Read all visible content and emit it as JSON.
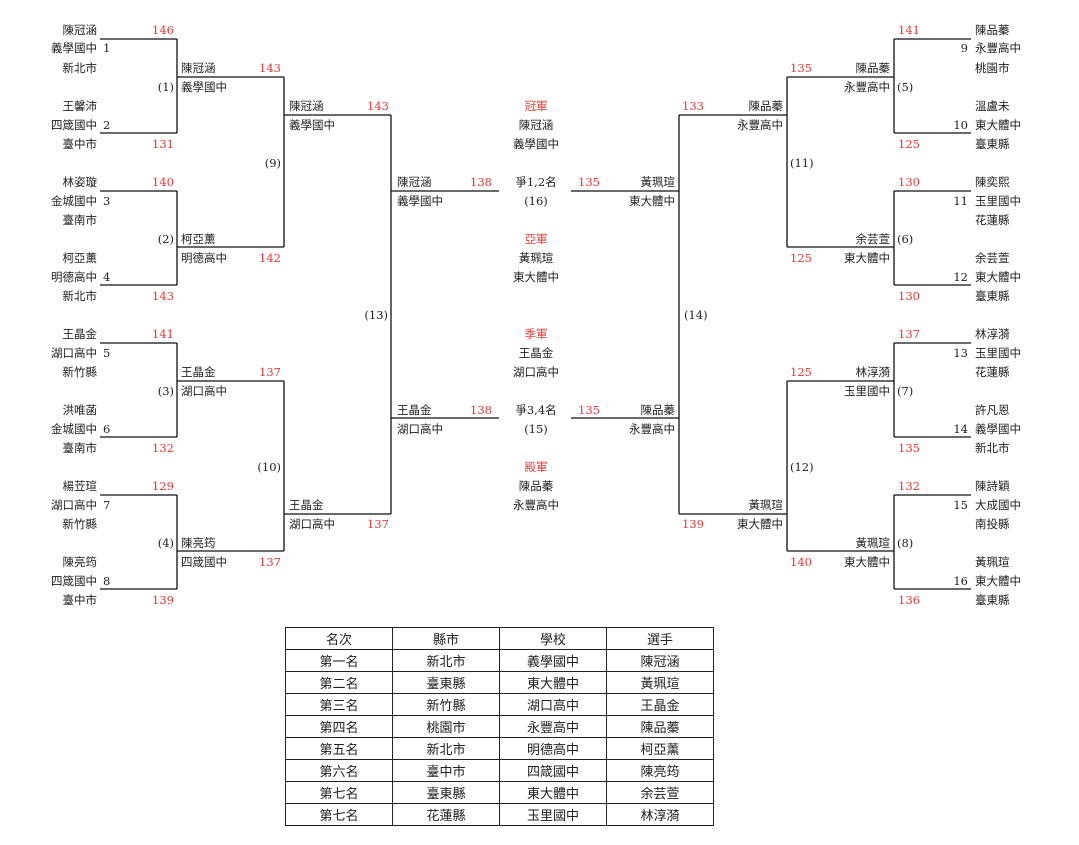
{
  "players": {
    "1": {
      "name": "陳冠涵",
      "school": "義學國中",
      "county": "新北市"
    },
    "2": {
      "name": "王馨沛",
      "school": "四箴國中",
      "county": "臺中市"
    },
    "3": {
      "name": "林姿璇",
      "school": "金城國中",
      "county": "臺南市"
    },
    "4": {
      "name": "柯亞薰",
      "school": "明德高中",
      "county": "新北市"
    },
    "5": {
      "name": "王晶金",
      "school": "湖口高中",
      "county": "新竹縣"
    },
    "6": {
      "name": "洪唯菡",
      "school": "金城國中",
      "county": "臺南市"
    },
    "7": {
      "name": "楊苙瑄",
      "school": "湖口高中",
      "county": "新竹縣"
    },
    "8": {
      "name": "陳亮筠",
      "school": "四箴國中",
      "county": "臺中市"
    },
    "9": {
      "name": "陳品蓁",
      "school": "永豐高中",
      "county": "桃園市"
    },
    "10": {
      "name": "溫盧未",
      "school": "東大體中",
      "county": "臺東縣"
    },
    "11": {
      "name": "陳奕熙",
      "school": "玉里國中",
      "county": "花蓮縣"
    },
    "12": {
      "name": "余芸萱",
      "school": "東大體中",
      "county": "臺東縣"
    },
    "13": {
      "name": "林淳漪",
      "school": "玉里國中",
      "county": "花蓮縣"
    },
    "14": {
      "name": "許凡恩",
      "school": "義學國中",
      "county": "新北市"
    },
    "15": {
      "name": "陳詩穎",
      "school": "大成國中",
      "county": "南投縣"
    },
    "16": {
      "name": "黃珮瑄",
      "school": "東大體中",
      "county": "臺東縣"
    }
  },
  "scores_r1": {
    "1": "146",
    "2": "131",
    "3": "140",
    "4": "143",
    "5": "141",
    "6": "132",
    "7": "129",
    "8": "139",
    "9": "141",
    "10": "125",
    "11": "130",
    "12": "130",
    "13": "137",
    "14": "135",
    "15": "132",
    "16": "136"
  },
  "matches": {
    "m1": "(1)",
    "m2": "(2)",
    "m3": "(3)",
    "m4": "(4)",
    "m5": "(5)",
    "m6": "(6)",
    "m7": "(7)",
    "m8": "(8)",
    "m9": "(9)",
    "m10": "(10)",
    "m11": "(11)",
    "m12": "(12)",
    "m13": "(13)",
    "m14": "(14)",
    "m15": "(15)",
    "m16": "(16)"
  },
  "left": {
    "r2": [
      {
        "name": "陳冠涵",
        "school": "義學國中",
        "score": "143"
      },
      {
        "name": "柯亞薰",
        "school": "明德高中",
        "score": "142"
      },
      {
        "name": "王晶金",
        "school": "湖口高中",
        "score": "137"
      },
      {
        "name": "陳亮筠",
        "school": "四箴國中",
        "score": "137"
      }
    ],
    "r3": [
      {
        "name": "陳冠涵",
        "school": "義學國中",
        "score": "143"
      },
      {
        "name": "王晶金",
        "school": "湖口高中",
        "score": "137"
      }
    ],
    "r4": [
      {
        "name": "陳冠涵",
        "school": "義學國中",
        "score": "138"
      },
      {
        "name": "王晶金",
        "school": "湖口高中",
        "score": "138"
      }
    ]
  },
  "right": {
    "r2": [
      {
        "name": "陳品蓁",
        "school": "永豐高中",
        "score": "135"
      },
      {
        "name": "余芸萱",
        "school": "東大體中",
        "score": "125"
      },
      {
        "name": "林淳漪",
        "school": "玉里國中",
        "score": "125"
      },
      {
        "name": "黃珮瑄",
        "school": "東大體中",
        "score": "140"
      }
    ],
    "r3": [
      {
        "name": "陳品蓁",
        "school": "永豐高中",
        "score": "133"
      },
      {
        "name": "黃珮瑄",
        "school": "東大體中",
        "score": "139"
      }
    ],
    "r4": [
      {
        "name": "黃珮瑄",
        "school": "東大體中",
        "score": "135"
      },
      {
        "name": "陳品蓁",
        "school": "永豐高中",
        "score": "135"
      }
    ]
  },
  "final_labels": {
    "top": "爭1,2名",
    "bottom": "爭3,4名"
  },
  "podium": [
    {
      "title": "冠軍",
      "name": "陳冠涵",
      "school": "義學國中"
    },
    {
      "title": "亞軍",
      "name": "黃珮瑄",
      "school": "東大體中"
    },
    {
      "title": "季軍",
      "name": "王晶金",
      "school": "湖口高中"
    },
    {
      "title": "殿軍",
      "name": "陳品蓁",
      "school": "永豐高中"
    }
  ],
  "ranking": {
    "headers": [
      "名次",
      "縣市",
      "學校",
      "選手"
    ],
    "rows": [
      [
        "第一名",
        "新北市",
        "義學國中",
        "陳冠涵"
      ],
      [
        "第二名",
        "臺東縣",
        "東大體中",
        "黃珮瑄"
      ],
      [
        "第三名",
        "新竹縣",
        "湖口高中",
        "王晶金"
      ],
      [
        "第四名",
        "桃園市",
        "永豐高中",
        "陳品蓁"
      ],
      [
        "第五名",
        "新北市",
        "明德高中",
        "柯亞薰"
      ],
      [
        "第六名",
        "臺中市",
        "四箴國中",
        "陳亮筠"
      ],
      [
        "第七名",
        "臺東縣",
        "東大體中",
        "余芸萱"
      ],
      [
        "第七名",
        "花蓮縣",
        "玉里國中",
        "林淳漪"
      ]
    ]
  },
  "colors": {
    "score": "#e53935",
    "line": "#111111",
    "text": "#222222"
  }
}
